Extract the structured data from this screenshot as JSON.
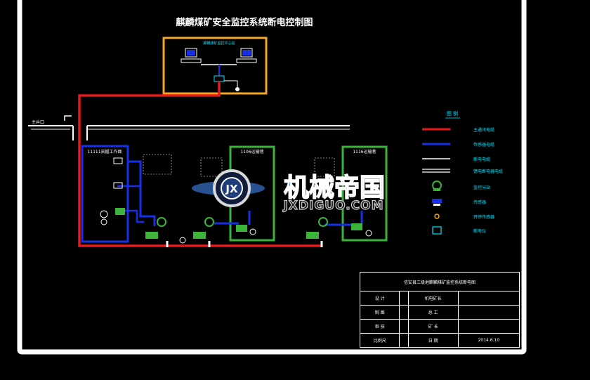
{
  "title": "麒麟煤矿安全监控系统断电控制图",
  "colors": {
    "background": "#000000",
    "frame": "#ffffff",
    "main_cable": "#e31b1b",
    "transmission_cable": "#1530e6",
    "surface_box": "#f5a623",
    "station_box": "#3cb43c",
    "cyan_text": "#00e5ff"
  },
  "monitoring_center": {
    "label": "麒麟煤矿监控中心站"
  },
  "surface": {
    "shaft_label": "主井口"
  },
  "work_areas": [
    {
      "label": "11111采掘工作面"
    },
    {
      "label": "1106运输巷"
    },
    {
      "label": "1116运输巷"
    }
  ],
  "legend": {
    "title": "图 例",
    "items": [
      {
        "label": "主通讯电缆",
        "icon": "red-line-icon"
      },
      {
        "label": "传感器电缆",
        "icon": "blue-line-icon"
      },
      {
        "label": "断电电缆",
        "icon": "white-line-icon"
      },
      {
        "label": "馈电断电器电缆",
        "icon": "white-double-line-icon"
      },
      {
        "label": "监控分站",
        "icon": "substation-icon"
      },
      {
        "label": "传感器",
        "icon": "sensor-icon"
      },
      {
        "label": "开停传感器",
        "icon": "onoff-sensor-icon"
      },
      {
        "label": "断电仪",
        "icon": "power-cutter-icon"
      }
    ]
  },
  "watermark": {
    "cn": "机械帝国",
    "en": "JXDIGUO.COM"
  },
  "title_block": {
    "header": "信安县三级地麒麟煤矿监控系统断电图",
    "rows": [
      {
        "k1": "设 计",
        "v1": "",
        "k2": "机电矿长",
        "v2": ""
      },
      {
        "k1": "制 图",
        "v1": "",
        "k2": "总 工",
        "v2": ""
      },
      {
        "k1": "审 核",
        "v1": "",
        "k2": "矿 长",
        "v2": ""
      },
      {
        "k1": "比例尺",
        "v1": "",
        "k2": "日 期",
        "v2": "2014.6.10"
      }
    ]
  }
}
